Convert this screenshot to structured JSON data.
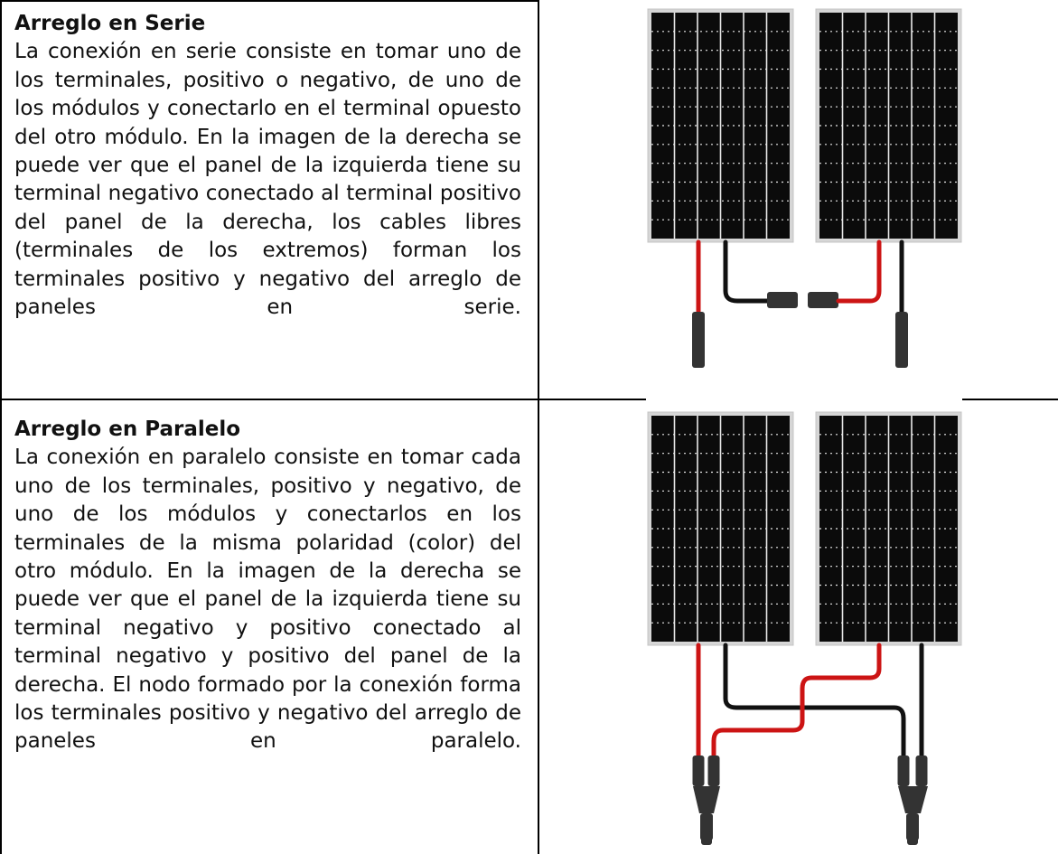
{
  "rows": [
    {
      "title": "Arreglo en Serie",
      "body": "La conexión en serie consiste en tomar uno de los terminales, positivo o negativo, de uno de los módulos y conectarlo en el terminal opuesto del otro módulo. En la imagen de la derecha se puede ver que el panel de la izquierda tiene su terminal negativo conectado al terminal positivo del panel de la derecha, los cables libres (terminales de los extremos) forman los terminales positivo y negativo del arreglo de paneles en serie.",
      "figure_icon": "solar-panels-series-icon"
    },
    {
      "title": "Arreglo en Paralelo",
      "body": "La conexión en paralelo consiste en tomar cada uno de los terminales, positivo y negativo, de uno de los módulos y conectarlos en los terminales de la misma polaridad (color) del otro módulo. En la imagen de la derecha se puede ver que el panel de la izquierda tiene su terminal negativo y positivo conectado al terminal negativo y positivo del panel de la derecha. El nodo formado por la conexión forma los terminales positivo y negativo del arreglo de paneles en paralelo.",
      "figure_icon": "solar-panels-parallel-icon"
    }
  ],
  "colors": {
    "cell_color": "#0b0b0b",
    "cell_line": "#e8e8e8",
    "frame": "#d6d6d6",
    "positive_cable": "#cc1414",
    "negative_cable": "#111111",
    "connector": "#333333"
  }
}
